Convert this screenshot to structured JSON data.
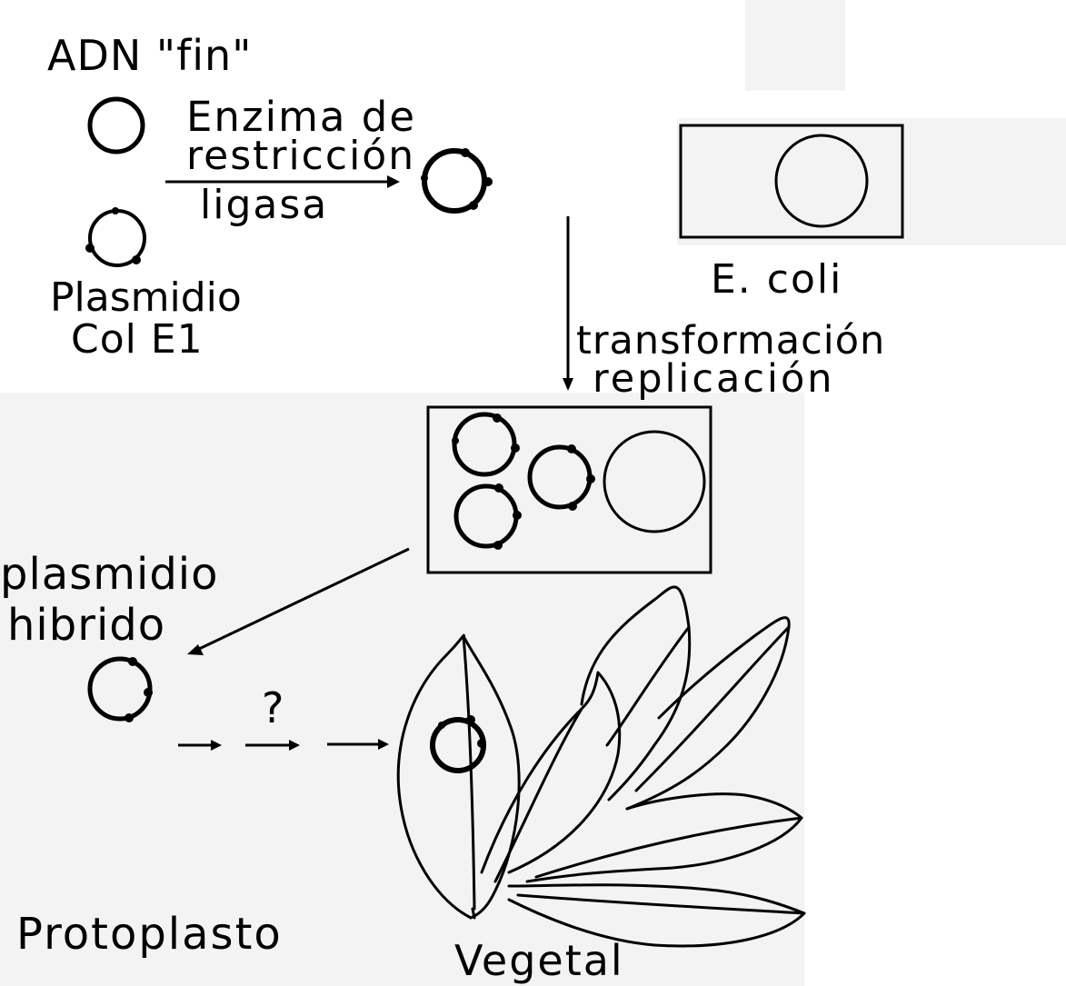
{
  "labels": {
    "adn_fin": "ADN \"fin\"",
    "enzima_line1": "Enzima de",
    "enzima_line2": "restricción",
    "ligasa": "ligasa",
    "plasmidio": "Plasmidio",
    "col_e1": "Col E1",
    "ecoli": "E. coli",
    "transformacion": "transformación",
    "replicacion": "replicación",
    "plasmidio_hibrido_line1": "plasmidio",
    "plasmidio_hibrido_line2": "hibrido",
    "question": "?",
    "protoplasto": "Protoplasto",
    "vegetal": "Vegetal"
  },
  "colors": {
    "ink": "#000000",
    "background_print": "#f3f3f3",
    "faint_text": "#b9b9b9"
  }
}
